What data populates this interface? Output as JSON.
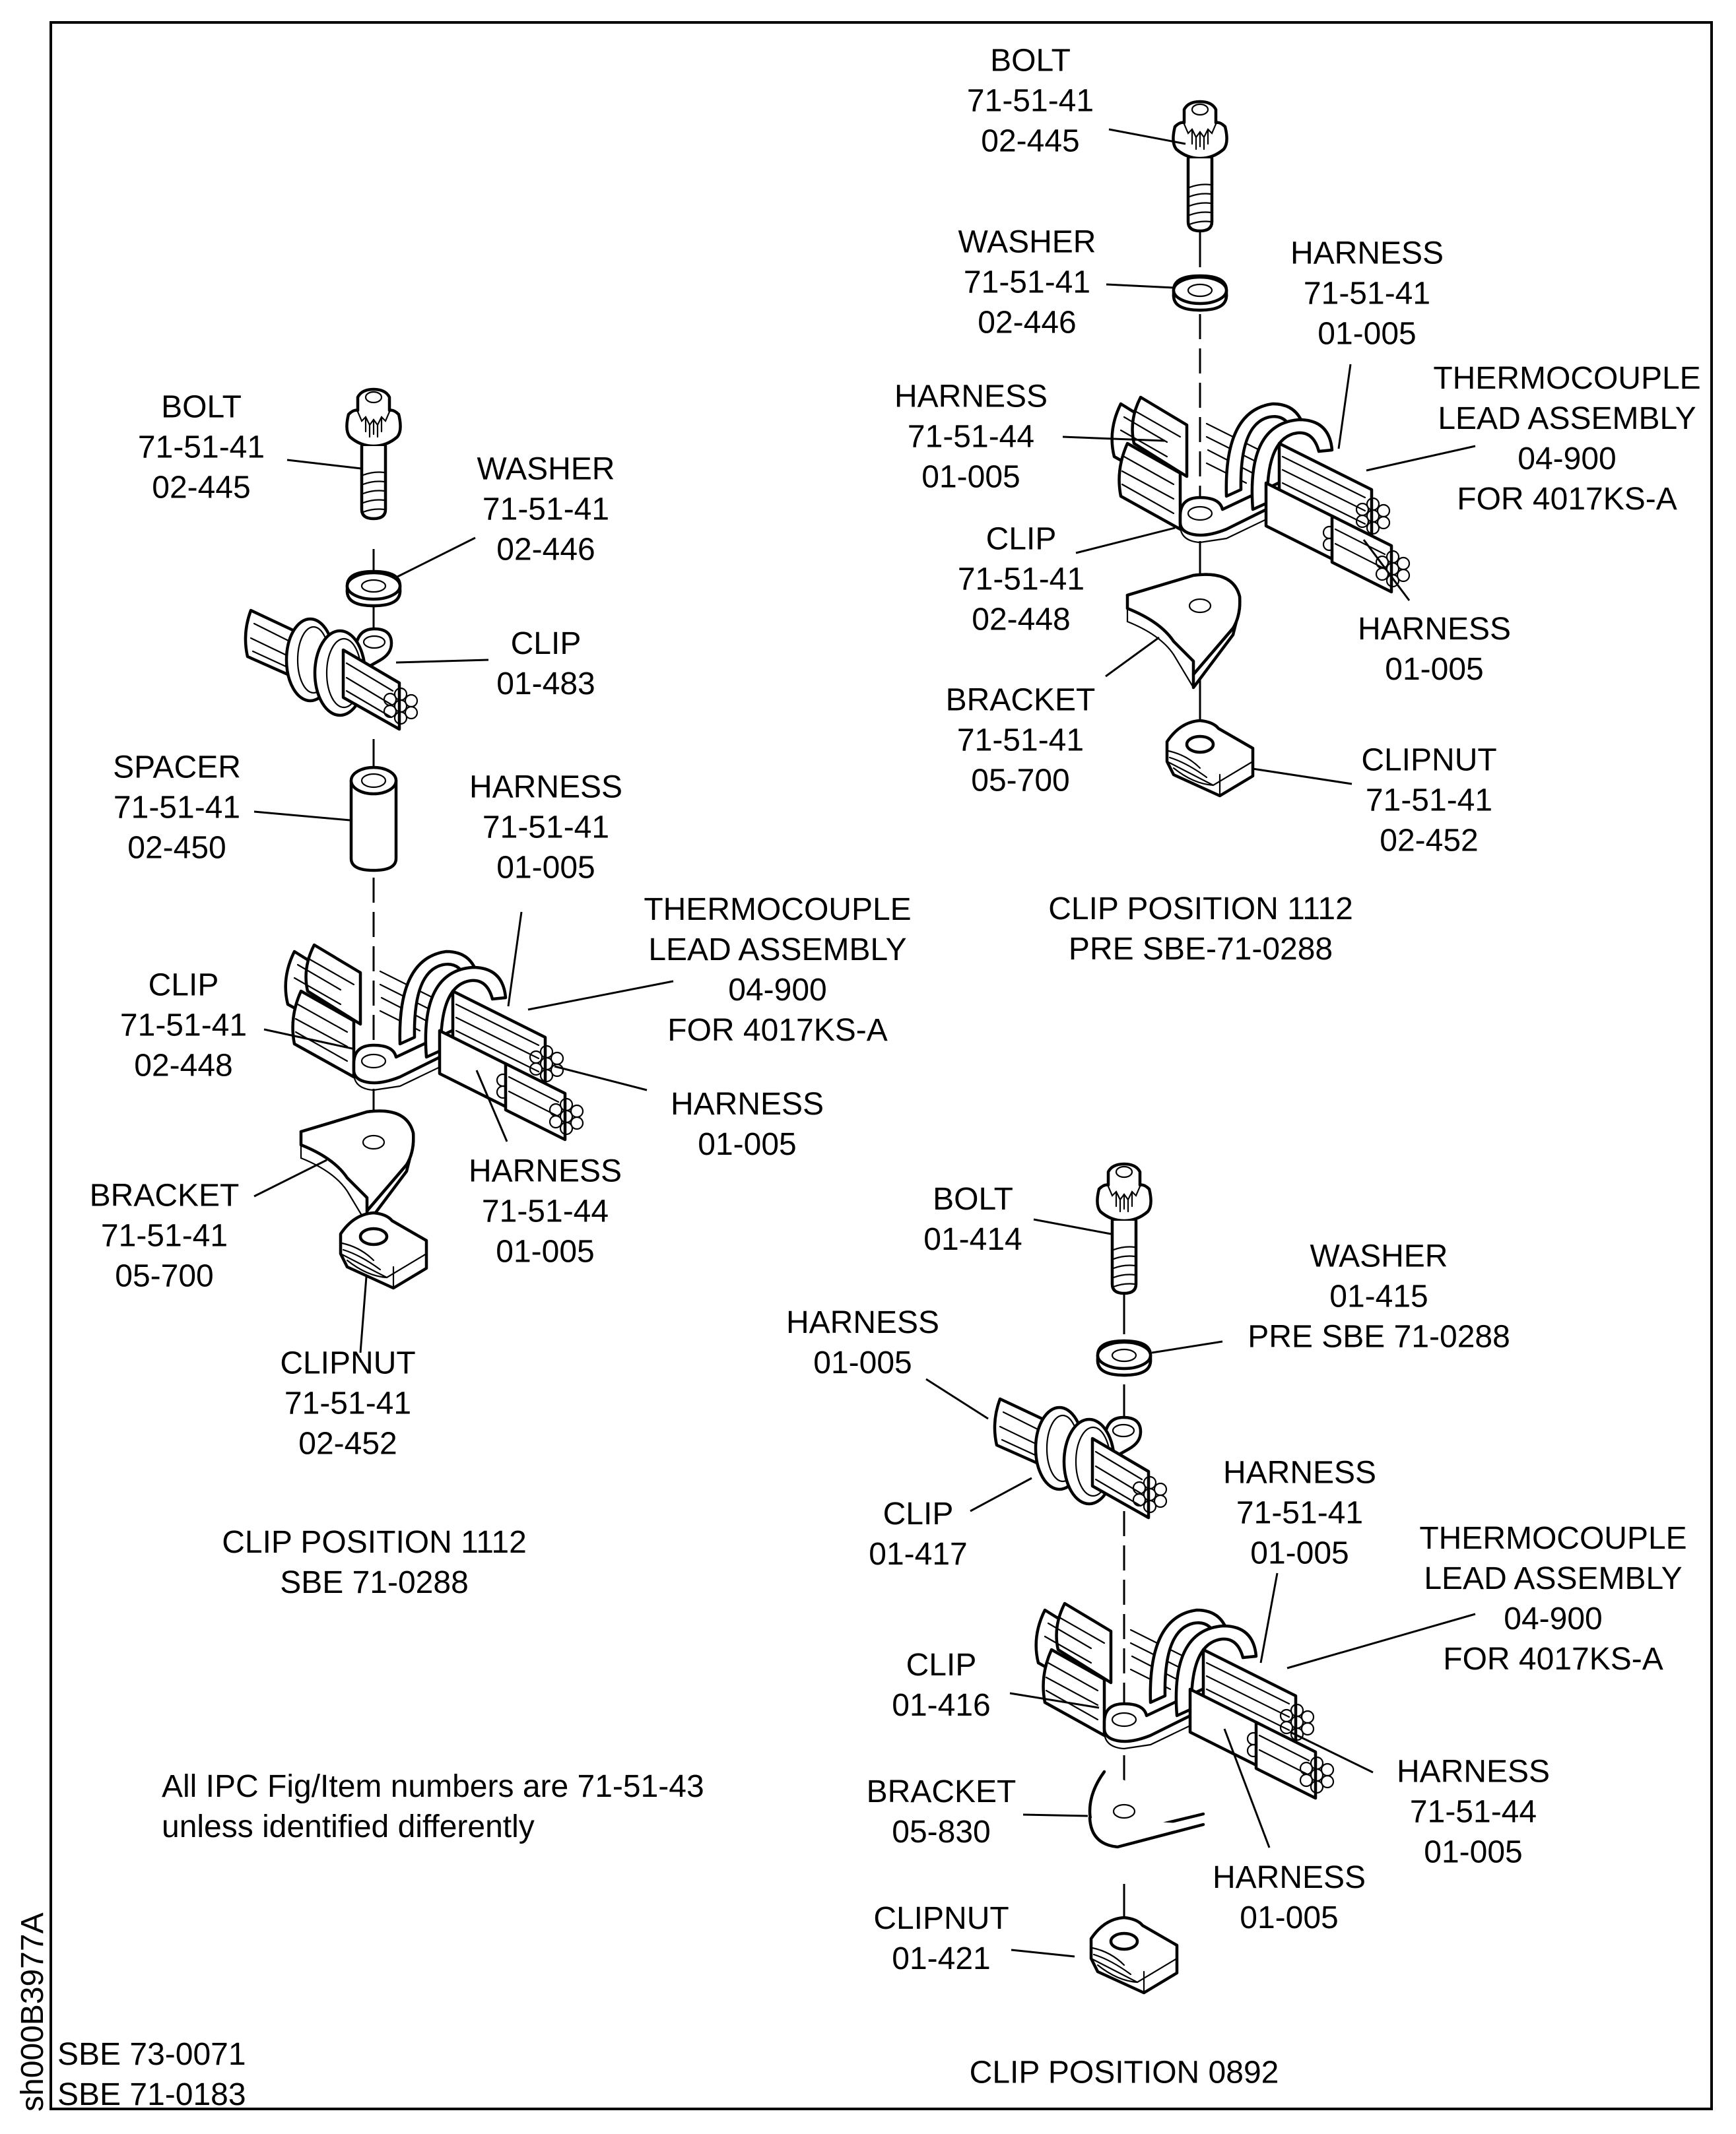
{
  "drawing_id": "sh000B3977A",
  "effectivity": [
    "SBE 73-0071",
    "SBE 71-0183"
  ],
  "note": [
    "All IPC Fig/Item numbers are 71-51-43",
    "unless identified differently"
  ],
  "views": {
    "left": {
      "caption": [
        "CLIP POSITION 1112",
        "SBE 71-0288"
      ],
      "callouts": {
        "bolt": [
          "BOLT",
          "71-51-41",
          "02-445"
        ],
        "washer": [
          "WASHER",
          "71-51-41",
          "02-446"
        ],
        "clip_small": [
          "CLIP",
          "01-483"
        ],
        "spacer": [
          "SPACER",
          "71-51-41",
          "02-450"
        ],
        "harness_top": [
          "HARNESS",
          "71-51-41",
          "01-005"
        ],
        "thermocouple": [
          "THERMOCOUPLE",
          "LEAD ASSEMBLY",
          "04-900",
          "FOR 4017KS-A"
        ],
        "clip": [
          "CLIP",
          "71-51-41",
          "02-448"
        ],
        "harness_right": [
          "HARNESS",
          "01-005"
        ],
        "bracket": [
          "BRACKET",
          "71-51-41",
          "05-700"
        ],
        "harness_bottom": [
          "HARNESS",
          "71-51-44",
          "01-005"
        ],
        "clipnut": [
          "CLIPNUT",
          "71-51-41",
          "02-452"
        ]
      }
    },
    "top_right": {
      "caption": [
        "CLIP POSITION 1112",
        "PRE SBE-71-0288"
      ],
      "callouts": {
        "bolt": [
          "BOLT",
          "71-51-41",
          "02-445"
        ],
        "washer": [
          "WASHER",
          "71-51-41",
          "02-446"
        ],
        "harness_top": [
          "HARNESS",
          "71-51-41",
          "01-005"
        ],
        "harness_left": [
          "HARNESS",
          "71-51-44",
          "01-005"
        ],
        "thermocouple": [
          "THERMOCOUPLE",
          "LEAD ASSEMBLY",
          "04-900",
          "FOR 4017KS-A"
        ],
        "clip": [
          "CLIP",
          "71-51-41",
          "02-448"
        ],
        "harness_right": [
          "HARNESS",
          "01-005"
        ],
        "bracket": [
          "BRACKET",
          "71-51-41",
          "05-700"
        ],
        "clipnut": [
          "CLIPNUT",
          "71-51-41",
          "02-452"
        ]
      }
    },
    "bottom_right": {
      "caption": [
        "CLIP POSITION 0892"
      ],
      "callouts": {
        "bolt": [
          "BOLT",
          "01-414"
        ],
        "washer": [
          "WASHER",
          "01-415",
          "PRE SBE 71-0288"
        ],
        "harness_left": [
          "HARNESS",
          "01-005"
        ],
        "clip_small": [
          "CLIP",
          "01-417"
        ],
        "harness_top": [
          "HARNESS",
          "71-51-41",
          "01-005"
        ],
        "thermocouple": [
          "THERMOCOUPLE",
          "LEAD ASSEMBLY",
          "04-900",
          "FOR 4017KS-A"
        ],
        "clip": [
          "CLIP",
          "01-416"
        ],
        "harness_right": [
          "HARNESS",
          "71-51-44",
          "01-005"
        ],
        "bracket": [
          "BRACKET",
          "05-830"
        ],
        "harness_bottom": [
          "HARNESS",
          "01-005"
        ],
        "clipnut": [
          "CLIPNUT",
          "01-421"
        ]
      }
    }
  }
}
